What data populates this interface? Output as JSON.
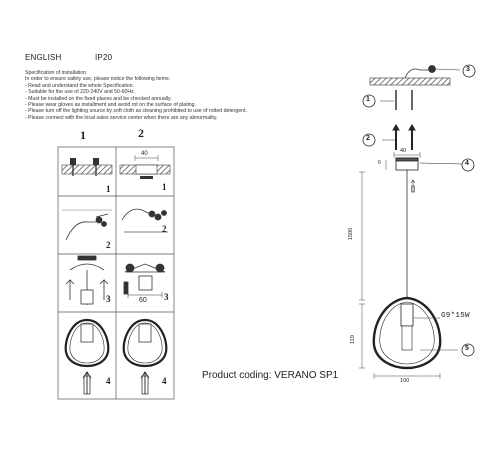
{
  "header": {
    "language": "ENGLISH",
    "ip_rating": "IP20"
  },
  "spec": {
    "title": "Specification of installation",
    "lines": [
      "In order to ensure safety use, please notice the following items:",
      "- Read and understand the whole Specification.",
      "- Suitable for the use of 220-240V and 50-60Hz.",
      "- Must be installed on the fixed places and be checked annually.",
      "- Please wear gloves as installment and avoid rot on the surface of plating.",
      "- Please turn off the lighting source by soft cloth as cleaning prohibited to use of rotted detergent.",
      "- Please connect with the local sales service center when there are any abnormality."
    ]
  },
  "steps_table": {
    "columns": [
      "1",
      "2"
    ],
    "rows": [
      "1",
      "2",
      "3",
      "4"
    ],
    "dim_top": "40",
    "dim_bottom": "60"
  },
  "product": {
    "coding": "Product coding: VERANO SP1"
  },
  "drawing": {
    "callouts": [
      "1",
      "2",
      "3",
      "4",
      "5"
    ],
    "dim_canopy": "40",
    "dim_canopy_height": "6",
    "dim_cable": "1500",
    "dim_shade_height": "110",
    "dim_shade_width": "100",
    "bulb": "G9*15W"
  }
}
